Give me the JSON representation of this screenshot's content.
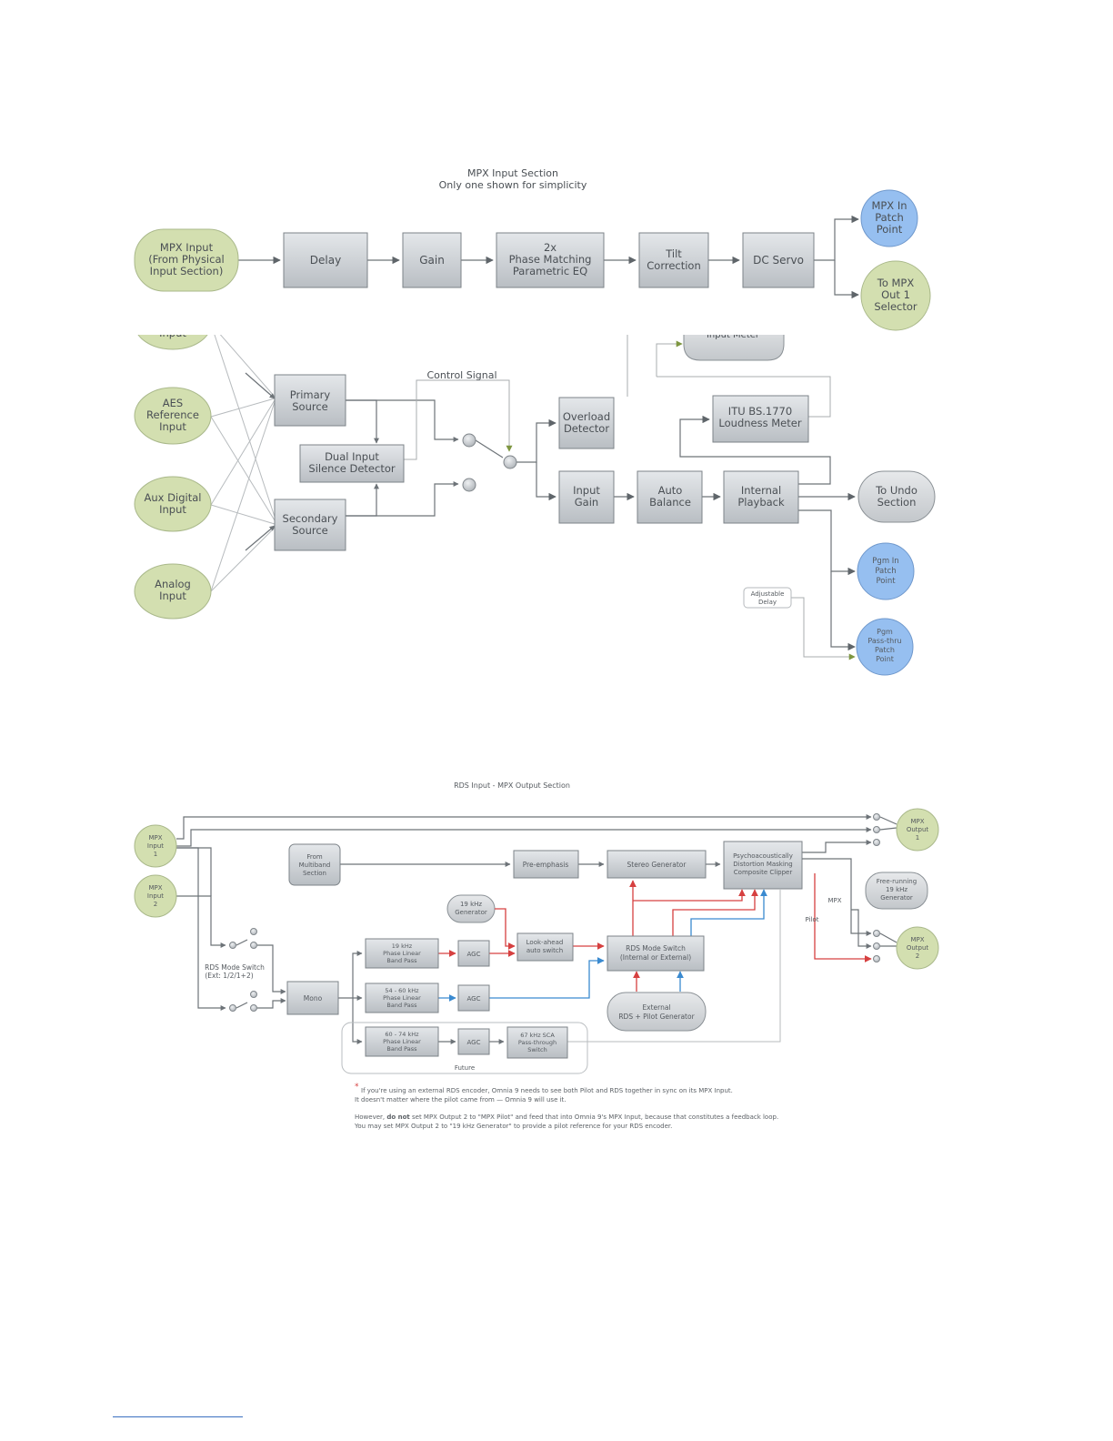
{
  "mpx_input_section": {
    "title_line1": "MPX Input Section",
    "title_line2": "Only one shown for simplicity",
    "source_line1": "MPX Input",
    "source_line2": "(From Physical",
    "source_line3": "Input Section)",
    "delay": "Delay",
    "gain": "Gain",
    "eq_line1": "2x",
    "eq_line2": "Phase Matching",
    "eq_line3": "Parametric EQ",
    "tilt_line1": "Tilt",
    "tilt_line2": "Correction",
    "dc_servo": "DC Servo",
    "patch_line1": "MPX In",
    "patch_line2": "Patch",
    "patch_line3": "Point",
    "out_line1": "To MPX",
    "out_line2": "Out 1",
    "out_line3": "Selector"
  },
  "input_routing_section": {
    "partial_input": "Input",
    "aes_line1": "AES",
    "aes_line2": "Reference",
    "aes_line3": "Input",
    "aux_line1": "Aux Digital",
    "aux_line2": "Input",
    "analog_line1": "Analog",
    "analog_line2": "Input",
    "primary_line1": "Primary",
    "primary_line2": "Source",
    "secondary_line1": "Secondary",
    "secondary_line2": "Source",
    "silence_line1": "Dual Input",
    "silence_line2": "Silence Detector",
    "control_signal": "Control Signal",
    "overload_line1": "Overload",
    "overload_line2": "Detector",
    "input_meter_partial": "Input Meter",
    "itu_line1": "ITU BS.1770",
    "itu_line2": "Loudness Meter",
    "input_gain_line1": "Input",
    "input_gain_line2": "Gain",
    "auto_line1": "Auto",
    "auto_line2": "Balance",
    "playback_line1": "Internal",
    "playback_line2": "Playback",
    "undo_line1": "To Undo",
    "undo_line2": "Section",
    "pgm_patch_line1": "Pgm In",
    "pgm_patch_line2": "Patch",
    "pgm_patch_line3": "Point",
    "adj_delay_line1": "Adjustable",
    "adj_delay_line2": "Delay",
    "passthru_line1": "Pgm",
    "passthru_line2": "Pass-thru",
    "passthru_line3": "Patch",
    "passthru_line4": "Point"
  },
  "rds_section": {
    "title": "RDS Input - MPX Output Section",
    "mpx_in1_line1": "MPX",
    "mpx_in1_line2": "Input",
    "mpx_in1_line3": "1",
    "mpx_in2_line1": "MPX",
    "mpx_in2_line2": "Input",
    "mpx_in2_line3": "2",
    "from_mb_line1": "From",
    "from_mb_line2": "Multiband",
    "from_mb_line3": "Section",
    "preemph": "Pre-emphasis",
    "stereo_gen": "Stereo Generator",
    "clipper_line1": "Psychoacoustically",
    "clipper_line2": "Distortion Masking",
    "clipper_line3": "Composite Clipper",
    "mpx_out1_line1": "MPX",
    "mpx_out1_line2": "Output",
    "mpx_out1_line3": "1",
    "gen19_line1": "19 kHz",
    "gen19_line2": "Generator",
    "freerun_line1": "Free-running",
    "freerun_line2": "19 kHz",
    "freerun_line3": "Generator",
    "mpx_label": "MPX",
    "pilot_label": "Pilot",
    "mpx_out2_line1": "MPX",
    "mpx_out2_line2": "Output",
    "mpx_out2_line3": "2",
    "rds_switch_line1": "RDS Mode Switch",
    "rds_switch_line2": "(Ext: 1/2/1+2)",
    "mono": "Mono",
    "bp19_line1": "19 kHz",
    "bp19_line2": "Phase Linear",
    "bp19_line3": "Band Pass",
    "bp54_line1": "54 - 60 kHz",
    "bp54_line2": "Phase Linear",
    "bp54_line3": "Band Pass",
    "bp60_line1": "60 - 74 kHz",
    "bp60_line2": "Phase Linear",
    "bp60_line3": "Band Pass",
    "agc": "AGC",
    "lookahead_line1": "Look-ahead",
    "lookahead_line2": "auto switch",
    "rds_mode_line1": "RDS Mode Switch",
    "rds_mode_line2": "(Internal or External)",
    "ext_gen_line1": "External",
    "ext_gen_line2": "RDS + Pilot Generator",
    "sca_line1": "67 kHz SCA",
    "sca_line2": "Pass-through",
    "sca_line3": "Switch",
    "future": "Future",
    "note1_star": "*",
    "note1": "If you're using an external RDS encoder, Omnia 9 needs to see both Pilot and RDS together in sync on its MPX Input.",
    "note2": "It doesn't matter where the pilot came from — Omnia 9 will use it.",
    "note3_a": "However, ",
    "note3_b": "do not",
    "note3_c": " set MPX Output 2 to \"MPX Pilot\" and feed that into Omnia 9's MPX Input, because that constitutes a feedback loop.",
    "note4": "You may set MPX Output 2 to \"19 kHz Generator\" to provide a pilot reference for your RDS encoder."
  },
  "colors": {
    "green_node": "#d3dfb0",
    "blue_node": "#96bff0",
    "gray_box": "#c8ccd0",
    "red_line": "#d64040",
    "blue_line": "#3a8ad0"
  }
}
